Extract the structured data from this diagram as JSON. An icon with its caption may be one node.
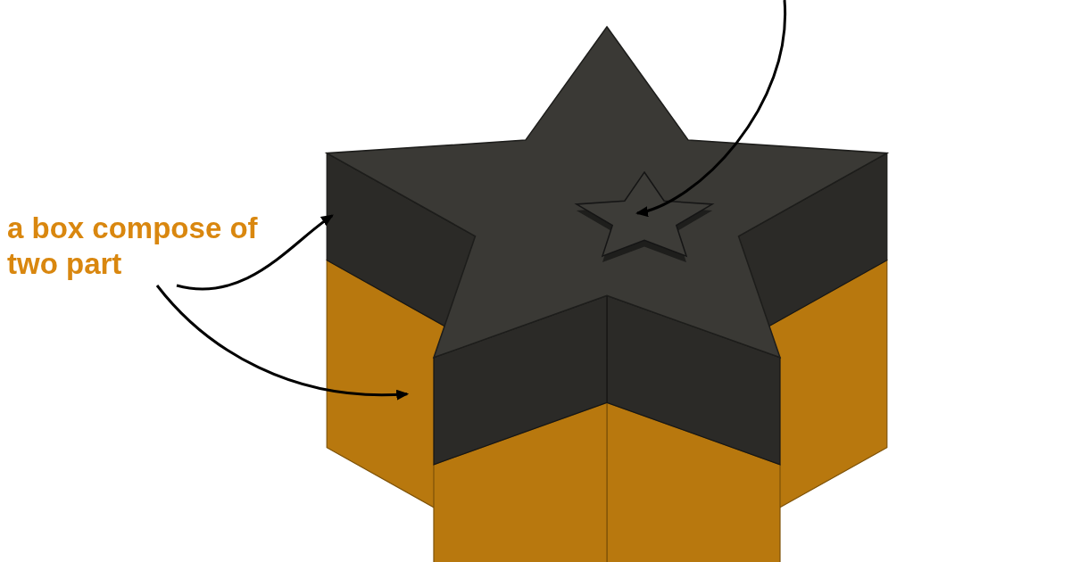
{
  "diagram": {
    "nodes": [
      {
        "text": [
          "a box compose of two part"
        ]
      },
      {
        "text": [],
        "shape": "picture"
      },
      {
        "text": [],
        "shape": "picture"
      },
      {
        "text": [],
        "shape": "star",
        "in": 1
      }
    ],
    "edges": [
      {
        "from": 0,
        "to": 1,
        "arrow": "to"
      },
      {
        "from": 0,
        "to": 2,
        "arrow": "to"
      },
      {
        "from": null,
        "to": 3,
        "arrow": "to"
      }
    ]
  }
}
